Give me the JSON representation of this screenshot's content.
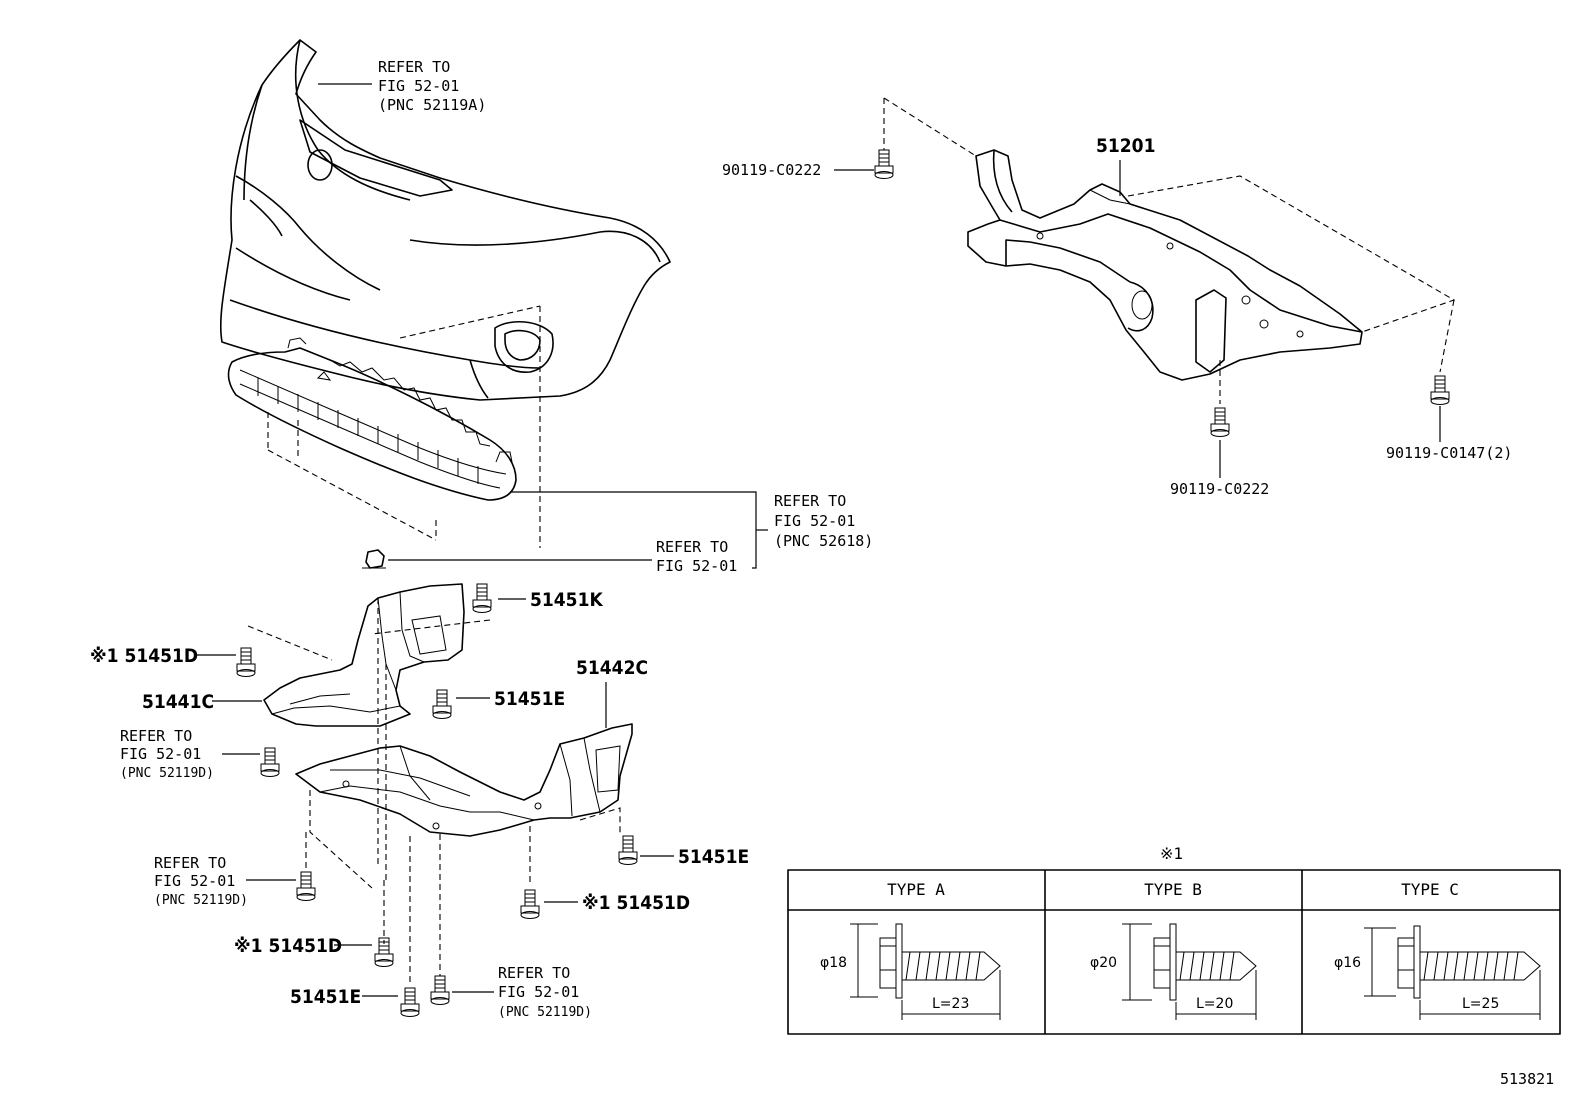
{
  "callouts": {
    "refer_bumper": [
      "REFER TO",
      "FIG 52-01",
      "(PNC 52119A)"
    ],
    "refer_52618": [
      "REFER TO",
      "FIG 52-01",
      "(PNC 52618)"
    ],
    "refer_clip": [
      "REFER TO",
      "FIG 52-01"
    ],
    "refer_left_1": [
      "REFER TO",
      "FIG 52-01",
      "(PNC 52119D)"
    ],
    "refer_left_2": [
      "REFER TO",
      "FIG 52-01",
      "(PNC 52119D)"
    ],
    "refer_bottom": [
      "REFER TO",
      "FIG 52-01",
      "(PNC 52119D)"
    ]
  },
  "parts": {
    "p51201": "51201",
    "p90119_c0222_top": "90119-C0222",
    "p90119_c0222_bottom": "90119-C0222",
    "p90119_c0147": "90119-C0147(2)",
    "p51451k": "51451K",
    "p51451d_1": "※1 51451D",
    "p51441c": "51441C",
    "p51451e_1": "51451E",
    "p51442c": "51442C",
    "p51451e_2": "51451E",
    "p51451d_2": "※1 51451D",
    "p51451d_3": "※1 51451D",
    "p51451e_3": "51451E"
  },
  "table": {
    "note_mark": "※1",
    "types": [
      {
        "header": "TYPE A",
        "diameter": "φ18",
        "length": "L=23"
      },
      {
        "header": "TYPE B",
        "diameter": "φ20",
        "length": "L=20"
      },
      {
        "header": "TYPE C",
        "diameter": "φ16",
        "length": "L=25"
      }
    ]
  },
  "diagram_id": "513821"
}
